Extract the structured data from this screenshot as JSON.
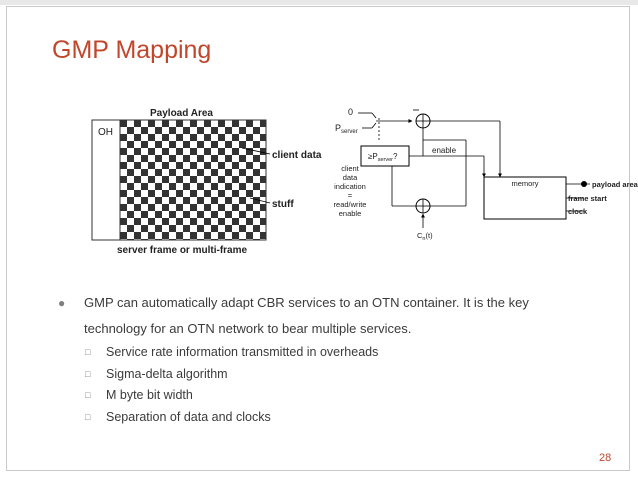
{
  "slide": {
    "title": "GMP Mapping",
    "page_number": "28",
    "accent_color": "#c0472c"
  },
  "diagram": {
    "payload_area_label": "Payload Area",
    "oh_label": "OH",
    "client_data_label": "client data",
    "stuff_label": "stuff",
    "frame_label": "server frame or multi-frame",
    "zero_label": "0",
    "p_server_label": "P",
    "p_server_sub": "server",
    "comparator_label": "≥P",
    "comparator_sub": "server",
    "comparator_q": "?",
    "enable_label": "enable",
    "indication_lines": [
      "client",
      "data",
      "indication",
      "=",
      "read/write",
      "enable"
    ],
    "cn_label": "C",
    "cn_sub": "n",
    "cn_suffix": "(t)",
    "memory_label": "memory",
    "outputs": [
      "payload area",
      "frame start",
      "clock"
    ]
  },
  "bullets": [
    {
      "text_line1": "GMP can automatically adapt CBR services to an OTN container. It is the key",
      "text_line2": "technology for an OTN network to bear multiple services.",
      "subs": [
        "Service rate information transmitted in overheads",
        "Sigma-delta algorithm",
        "M byte bit width",
        "Separation of data and clocks"
      ]
    }
  ]
}
